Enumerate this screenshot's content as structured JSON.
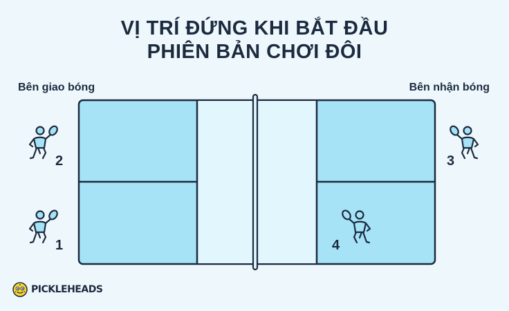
{
  "title": {
    "line1": "VỊ TRÍ ĐỨNG KHI BẮT ĐẦU",
    "line2": "PHIÊN BẢN CHƠI ĐÔI"
  },
  "sides": {
    "serving": "Bên giao bóng",
    "receiving": "Bên nhận bóng"
  },
  "players": [
    {
      "number": "2",
      "icon": "player-with-paddle-icon"
    },
    {
      "number": "1",
      "icon": "player-with-paddle-icon"
    },
    {
      "number": "3",
      "icon": "player-with-paddle-icon"
    },
    {
      "number": "4",
      "icon": "player-with-paddle-icon"
    }
  ],
  "logo": {
    "text": "PICKLEHEADS",
    "icon": "pickleball-face-icon"
  },
  "colors": {
    "background": "#eef8fc",
    "court": "#a6e3f7",
    "kitchen": "#e1f6fd",
    "outline": "#1c2a3f"
  }
}
